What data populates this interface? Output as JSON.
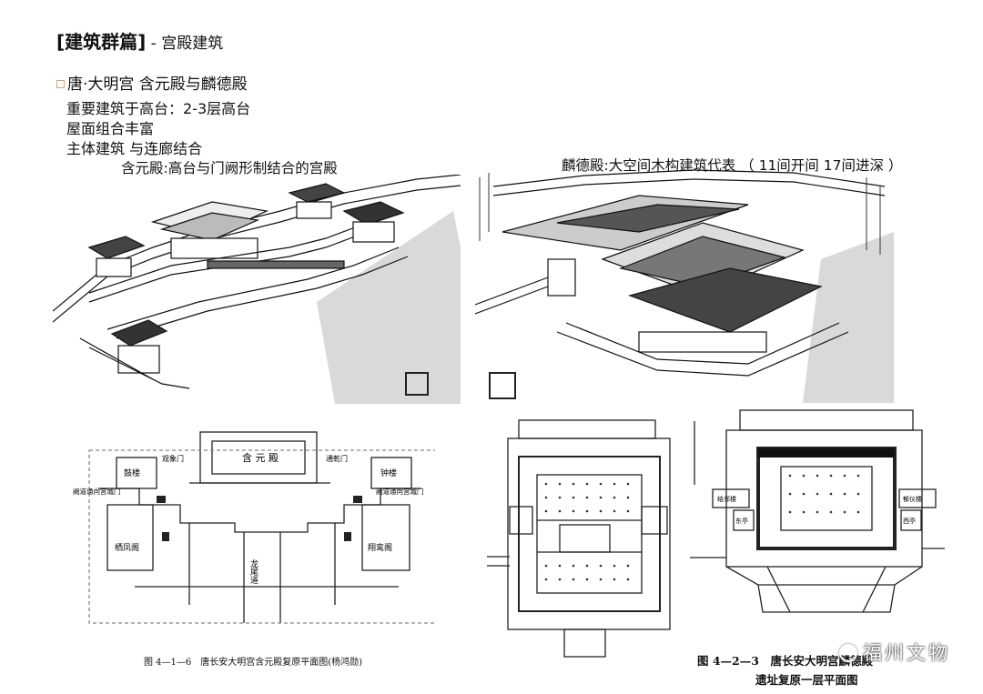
{
  "title": {
    "main": "[建筑群篇]",
    "sub": " - 宫殿建筑"
  },
  "bullet": "唐·大明宫 含元殿与麟德殿",
  "points": [
    "重要建筑于高台：2-3层高台",
    "屋面组合丰富",
    "主体建筑 与连廊结合"
  ],
  "captions": {
    "hanyuan": "含元殿:高台与门阙形制结合的宫殿",
    "linde": "麟德殿:大空间木构建筑代表 （ 11间开间 17间进深 ）"
  },
  "plan_labels": {
    "hall": "含 元 殿",
    "left_tower": "鼓楼",
    "right_tower": "钟楼",
    "left_gate": "观象门",
    "right_gate": "通乾门",
    "left_pavilion": "栖凤阁",
    "right_pavilion": "翔鸾阁",
    "left_corridor": "阙道通向宫城门",
    "right_corridor": "阙道通向宫城门",
    "ramp": "龙尾道",
    "left_tower2": "东亭",
    "right_tower2": "西亭",
    "left_lou": "结邻楼",
    "right_lou": "郁仪楼"
  },
  "plan_captions": {
    "left": "图 4—1—6　唐长安大明宫含元殿复原平面图(杨鸿勋)",
    "right_line1": "图 4—2—3　唐长安大明宫麟德殿",
    "right_line2": "遗址复原一层平面图"
  },
  "watermark": "福州文物"
}
